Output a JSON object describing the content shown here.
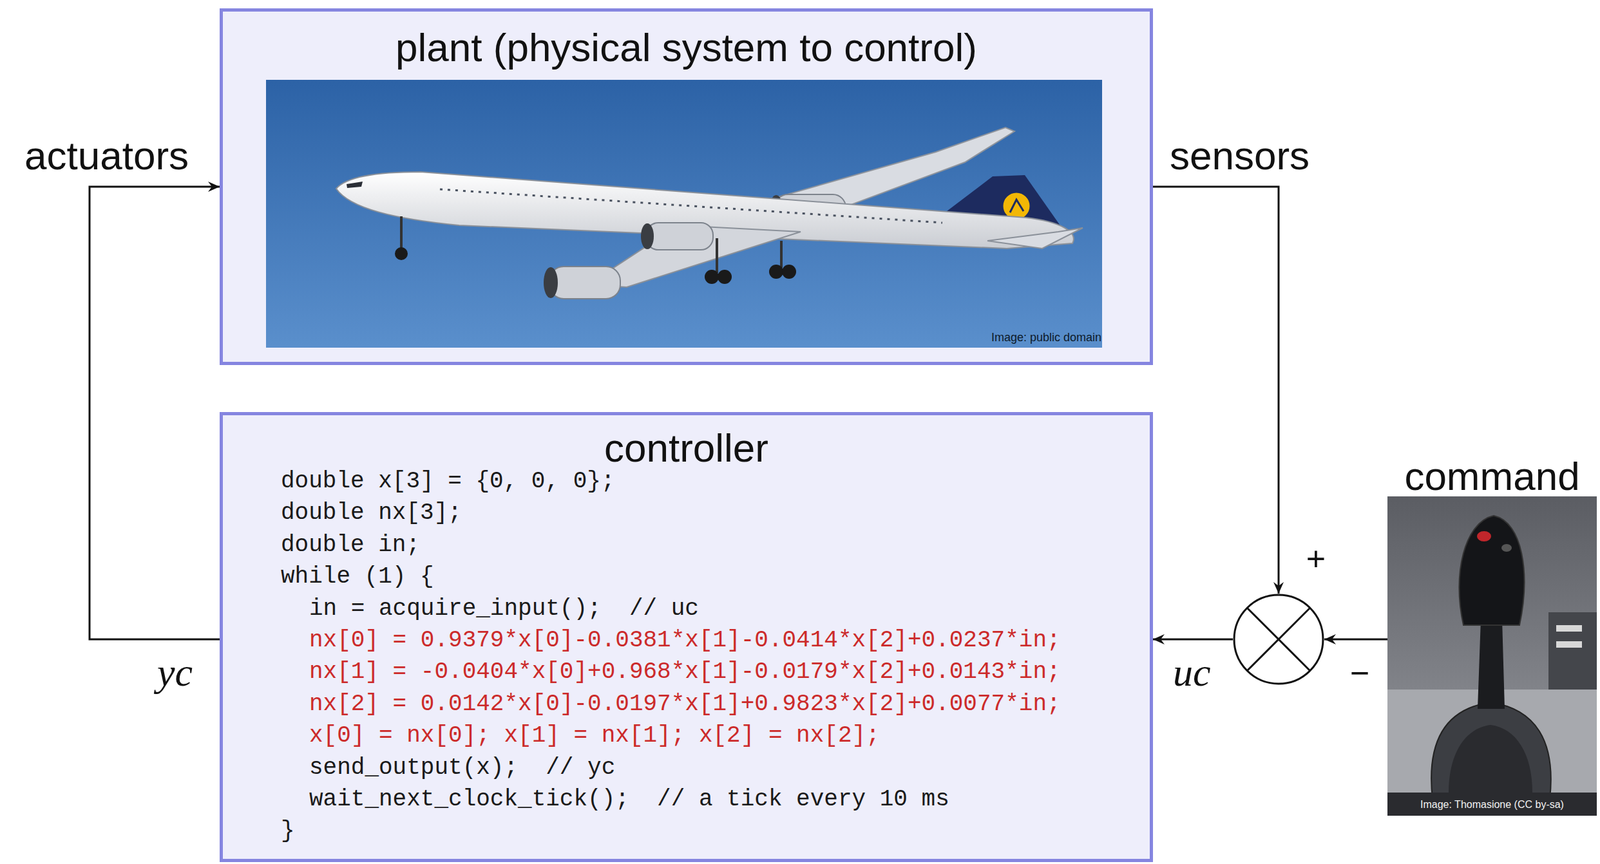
{
  "diagram": {
    "nodes": [
      {
        "text": [
          "plant (physical system to control)",
          "Image: public domain"
        ]
      },
      {
        "text": [
          "controller",
          "double x[3] = {0, 0, 0};",
          "double nx[3];",
          "double in;",
          "while (1) {",
          "in = acquire_input();  // uc",
          "nx[0] = 0.9379*x[0]-0.0381*x[1]-0.0414*x[2]+0.0237*in;",
          "nx[1] = -0.0404*x[0]+0.968*x[1]-0.0179*x[2]+0.0143*in;",
          "nx[2] = 0.0142*x[0]-0.0197*x[1]+0.9823*x[2]+0.0077*in;",
          "x[0] = nx[0]; x[1] = nx[1]; x[2] = nx[2];",
          "send_output(x);  // yc",
          "wait_next_clock_tick();  // a tick every 10 ms",
          "}"
        ]
      },
      {
        "text": [
          "+",
          "−"
        ]
      },
      {
        "text": [
          "command",
          "Image: Thomasione (CC by-sa)"
        ]
      }
    ],
    "edges": [
      {
        "from": 1,
        "to": 0,
        "arrow": "to"
      },
      {
        "from": 0,
        "to": 2,
        "arrow": "to"
      },
      {
        "from": 3,
        "to": 2,
        "arrow": "to"
      },
      {
        "from": 2,
        "to": 1,
        "arrow": "to"
      }
    ],
    "labels": [
      "actuators",
      "sensors",
      "yc",
      "uc"
    ]
  }
}
